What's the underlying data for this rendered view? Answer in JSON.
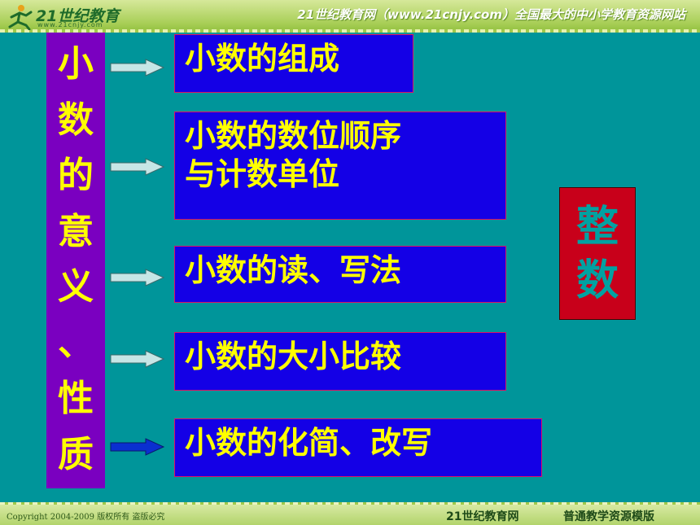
{
  "header": {
    "logo_text": "21世纪教育",
    "logo_sub": "www.21cnjy.com",
    "site_title": "21世纪教育网（www.21cnjy.com）全国最大的中小学教育资源网站"
  },
  "vertical_title": {
    "chars": [
      "小",
      "数",
      "的",
      "意",
      "义",
      "、",
      "性",
      "质"
    ]
  },
  "boxes": [
    {
      "lines": [
        "小数的组成"
      ]
    },
    {
      "lines": [
        "小数的数位顺序",
        "与计数单位"
      ]
    },
    {
      "lines": [
        "小数的读、写法"
      ]
    },
    {
      "lines": [
        "小数的大小比较"
      ]
    },
    {
      "lines": [
        "小数的化简、改写"
      ]
    }
  ],
  "integer": {
    "chars": [
      "整",
      "数"
    ]
  },
  "footer": {
    "copyright": "Copyright 2004-2009 版权所有 盗版必究",
    "site": "21世纪教育网",
    "template": "普通教学资源模版"
  },
  "colors": {
    "background": "#00959a",
    "title_bg": "#7a00c0",
    "box_bg": "#1400e6",
    "text_yellow": "#ffff00",
    "integer_bg": "#c8001a",
    "integer_text": "#00a2a2",
    "arrow_light": "#c6e6e6",
    "arrow_dark": "#0a2fd0"
  }
}
